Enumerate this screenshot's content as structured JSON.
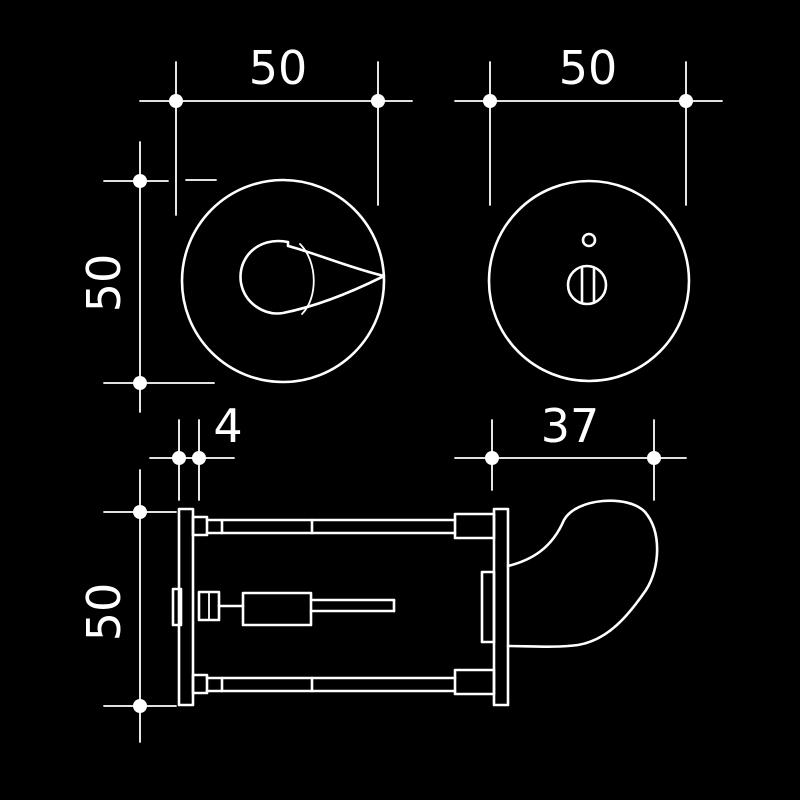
{
  "dimensions": {
    "top_left_width": "50",
    "top_right_width": "50",
    "left_height": "50",
    "plate_thickness": "4",
    "knob_projection": "37",
    "bottom_height": "50"
  },
  "colors": {
    "background": "#000000",
    "ink": "#ffffff"
  }
}
